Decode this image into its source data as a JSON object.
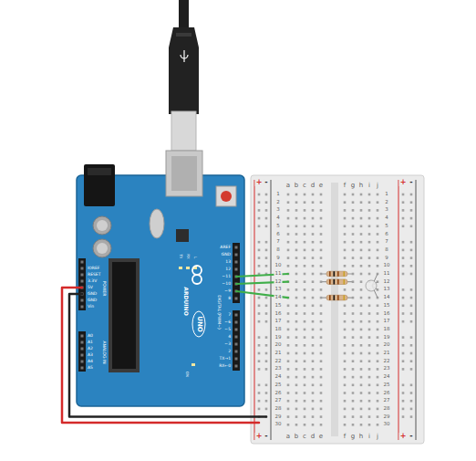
{
  "diagram": {
    "labels": [
      "a",
      "b",
      "c",
      "d",
      "e",
      "f",
      "g",
      "h",
      "i",
      "j",
      "a",
      "b",
      "c",
      "d",
      "e",
      "f",
      "g",
      "h",
      "i",
      "j",
      "1",
      "2",
      "3",
      "4",
      "5",
      "6",
      "7",
      "8",
      "9",
      "10",
      "11",
      "12",
      "13",
      "14",
      "15",
      "16",
      "17",
      "18",
      "19",
      "20",
      "21",
      "22",
      "23",
      "24",
      "25",
      "26",
      "27",
      "28",
      "29",
      "30",
      "1",
      "2",
      "3",
      "4",
      "5",
      "6",
      "7",
      "8",
      "9",
      "10",
      "11",
      "12",
      "13",
      "14",
      "15",
      "16",
      "17",
      "18",
      "19",
      "20",
      "21",
      "22",
      "23",
      "24",
      "25",
      "26",
      "27",
      "28",
      "29",
      "30",
      "+",
      "-",
      "+",
      "-",
      "+",
      "-",
      "+",
      "-",
      "AREF",
      "GND",
      "13",
      "12",
      "~11",
      "~10",
      "~9",
      "8",
      "7",
      "~6",
      "~5",
      "4",
      "~3",
      "2",
      "TX→1",
      "RX←0",
      "IOREF",
      "RESET",
      "3.3V",
      "5V",
      "GND",
      "GND",
      "Vin",
      "A0",
      "A1",
      "A2",
      "A3",
      "A4",
      "A5",
      "POWER",
      "ANALOG IN",
      "DIGITAL (PWM~)",
      "ARDUINO",
      "UNO",
      "TX",
      "RX",
      "L",
      "ON"
    ]
  }
}
